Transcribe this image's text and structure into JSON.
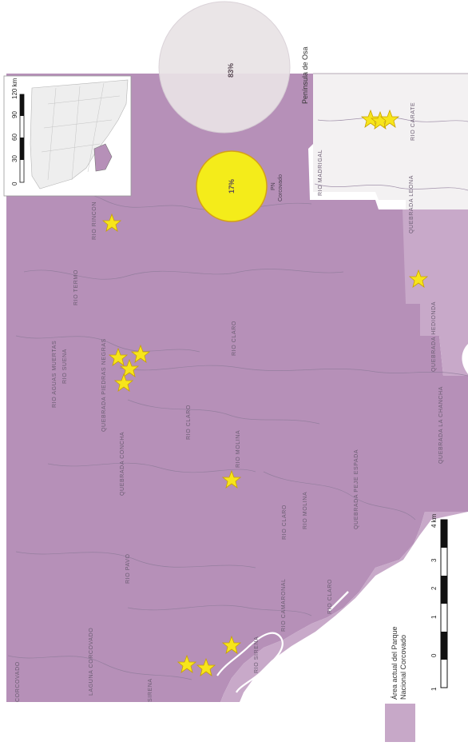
{
  "map": {
    "pie": {
      "slice_large_pct": "83%",
      "slice_small_pct": "17%",
      "slice_small_label_line1": "PN",
      "slice_small_label_line2": "Corcovado",
      "slice_large_color": "#e9e3e6",
      "slice_small_color": "#f5ee1a"
    },
    "place_label": "Península de Osa",
    "rivers": [
      "RIO CARATE",
      "RIO MADRIGAL",
      "QUEBRADA LEONA",
      "QUEBRADA HEDIONDA",
      "QUEBRADA LA CHANCHA",
      "RIO RINCON",
      "RIO TERMO",
      "RIO CLARO",
      "RIO AGUAS MUERTAS",
      "RIO SUENA",
      "QUEBRADA PIEDRAS NEGRAS",
      "RIO CLARO",
      "RIO MOLINA",
      "QUEBRADA PEJE ESPADA",
      "RIO MOLINA",
      "RIO CLARO",
      "QUEBRADA CONCHA",
      "RIO PAVO",
      "RIO CAMARONAL",
      "RIO CLARO",
      "LAGUNA CORCOVADO",
      "CORCOVADO",
      "RIO SIRENA",
      "SIRENA"
    ],
    "colors": {
      "park_current": "#b48fb6",
      "park_proposed": "#c3a6c5",
      "star": "#f7e51b",
      "water_trail": "#ffffff"
    }
  },
  "inset": {
    "scale_ticks": [
      "0",
      "30",
      "60",
      "90",
      "120 km"
    ]
  },
  "scale_bar": {
    "ticks": [
      "1",
      "0",
      "1",
      "2",
      "3",
      "4 km"
    ]
  },
  "legend": {
    "label_line1": "Área actual del Parque",
    "label_line2": "Nacional Corcovado",
    "swatch_color": "#c7a8c8"
  }
}
